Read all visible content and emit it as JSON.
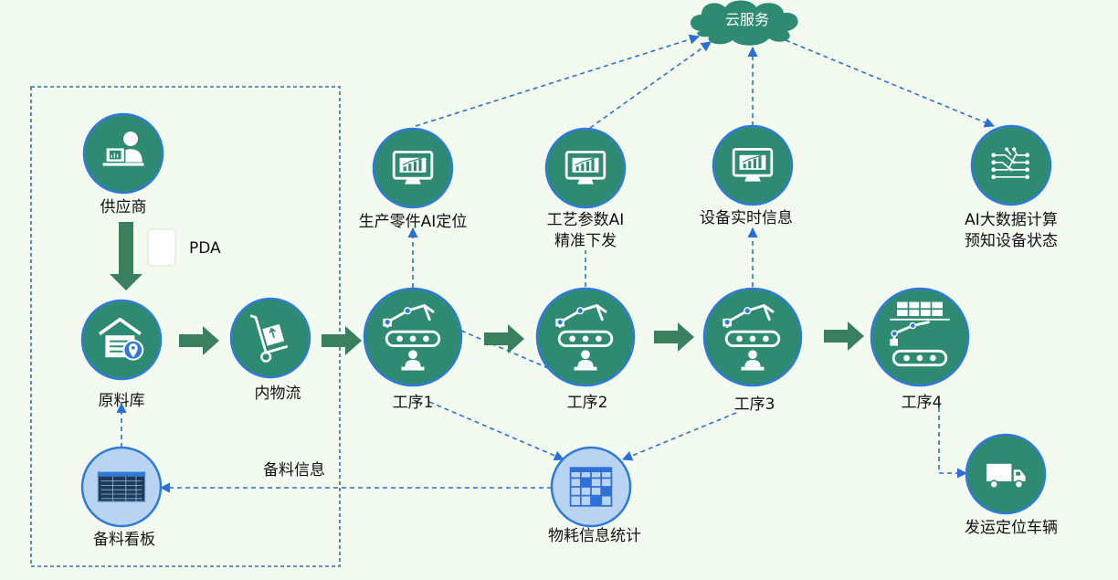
{
  "colors": {
    "background": "#f3fbf0",
    "node_fill": "#2e8b72",
    "node_ring": "#2f7ad8",
    "light_node_fill": "#b8d4f0",
    "arrow_fill": "#3a7f5e",
    "dashed_line": "#2b6fd6",
    "cloud_fill": "#2e8b72"
  },
  "cloud": {
    "label": "云服务"
  },
  "nodes": {
    "supplier": "供应商",
    "pda": "PDA",
    "warehouse": "原料库",
    "logistics": "内物流",
    "process1": "工序1",
    "process2": "工序2",
    "process3": "工序3",
    "process4": "工序4",
    "monitor1": "生产零件AI定位",
    "monitor2_line1": "工艺参数AI",
    "monitor2_line2": "精准下发",
    "monitor3": "设备实时信息",
    "ai_line1": "AI大数据计算",
    "ai_line2": "预知设备状态",
    "board": "备料看板",
    "consumption": "物耗信息统计",
    "truck": "发运定位车辆",
    "prep_info": "备料信息"
  },
  "icons": {
    "supplier": "person-at-computer-icon",
    "warehouse": "warehouse-location-icon",
    "logistics": "hand-truck-icon",
    "process": "robot-arm-conveyor-icon",
    "process4": "solar-panel-conveyor-icon",
    "monitor": "monitor-chart-icon",
    "ai": "data-network-icon",
    "board": "dashboard-screen-icon",
    "consumption": "grid-table-icon",
    "truck": "truck-icon",
    "pda": "handheld-device-icon"
  }
}
